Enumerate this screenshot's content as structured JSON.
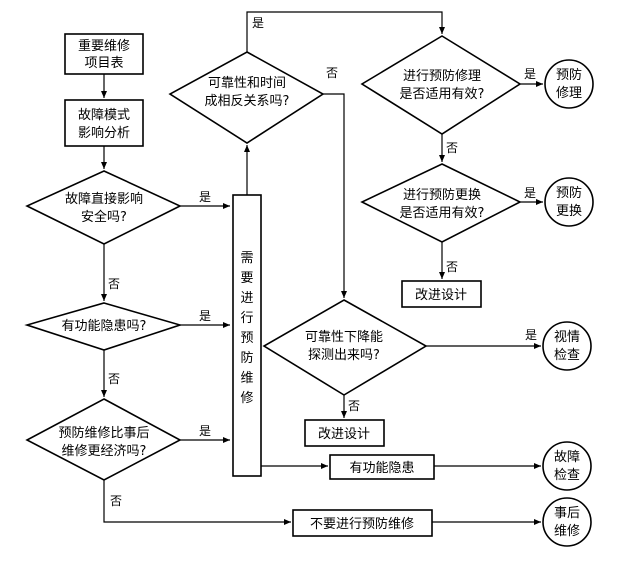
{
  "nodes": {
    "important_items": [
      "重要维修",
      "项目表"
    ],
    "fmea": [
      "故障模式",
      "影响分析"
    ],
    "q_safety": [
      "故障直接影响",
      "安全吗?"
    ],
    "q_hidden": [
      "有功能隐患吗?"
    ],
    "q_economic": [
      "预防维修比事后",
      "维修更经济吗?"
    ],
    "need_pm": [
      "需",
      "要",
      "进",
      "行",
      "预",
      "防",
      "维",
      "修"
    ],
    "q_reliability_time": [
      "可靠性和时间",
      "成相反关系吗?"
    ],
    "q_pm_repair": [
      "进行预防修理",
      "是否适用有效?"
    ],
    "q_pm_replace": [
      "进行预防更换",
      "是否适用有效?"
    ],
    "improve_design_1": "改进设计",
    "q_detect": [
      "可靠性下降能",
      "探测出来吗?"
    ],
    "improve_design_2": "改进设计",
    "hidden_function": "有功能隐患",
    "no_pm": "不要进行预防维修",
    "pm_repair": [
      "预防",
      "修理"
    ],
    "pm_replace": [
      "预防",
      "更换"
    ],
    "visual_check": [
      "视情",
      "检查"
    ],
    "fault_check": [
      "故障",
      "检查"
    ],
    "post_repair": [
      "事后",
      "维修"
    ]
  },
  "labels": {
    "yes": "是",
    "no": "否"
  }
}
